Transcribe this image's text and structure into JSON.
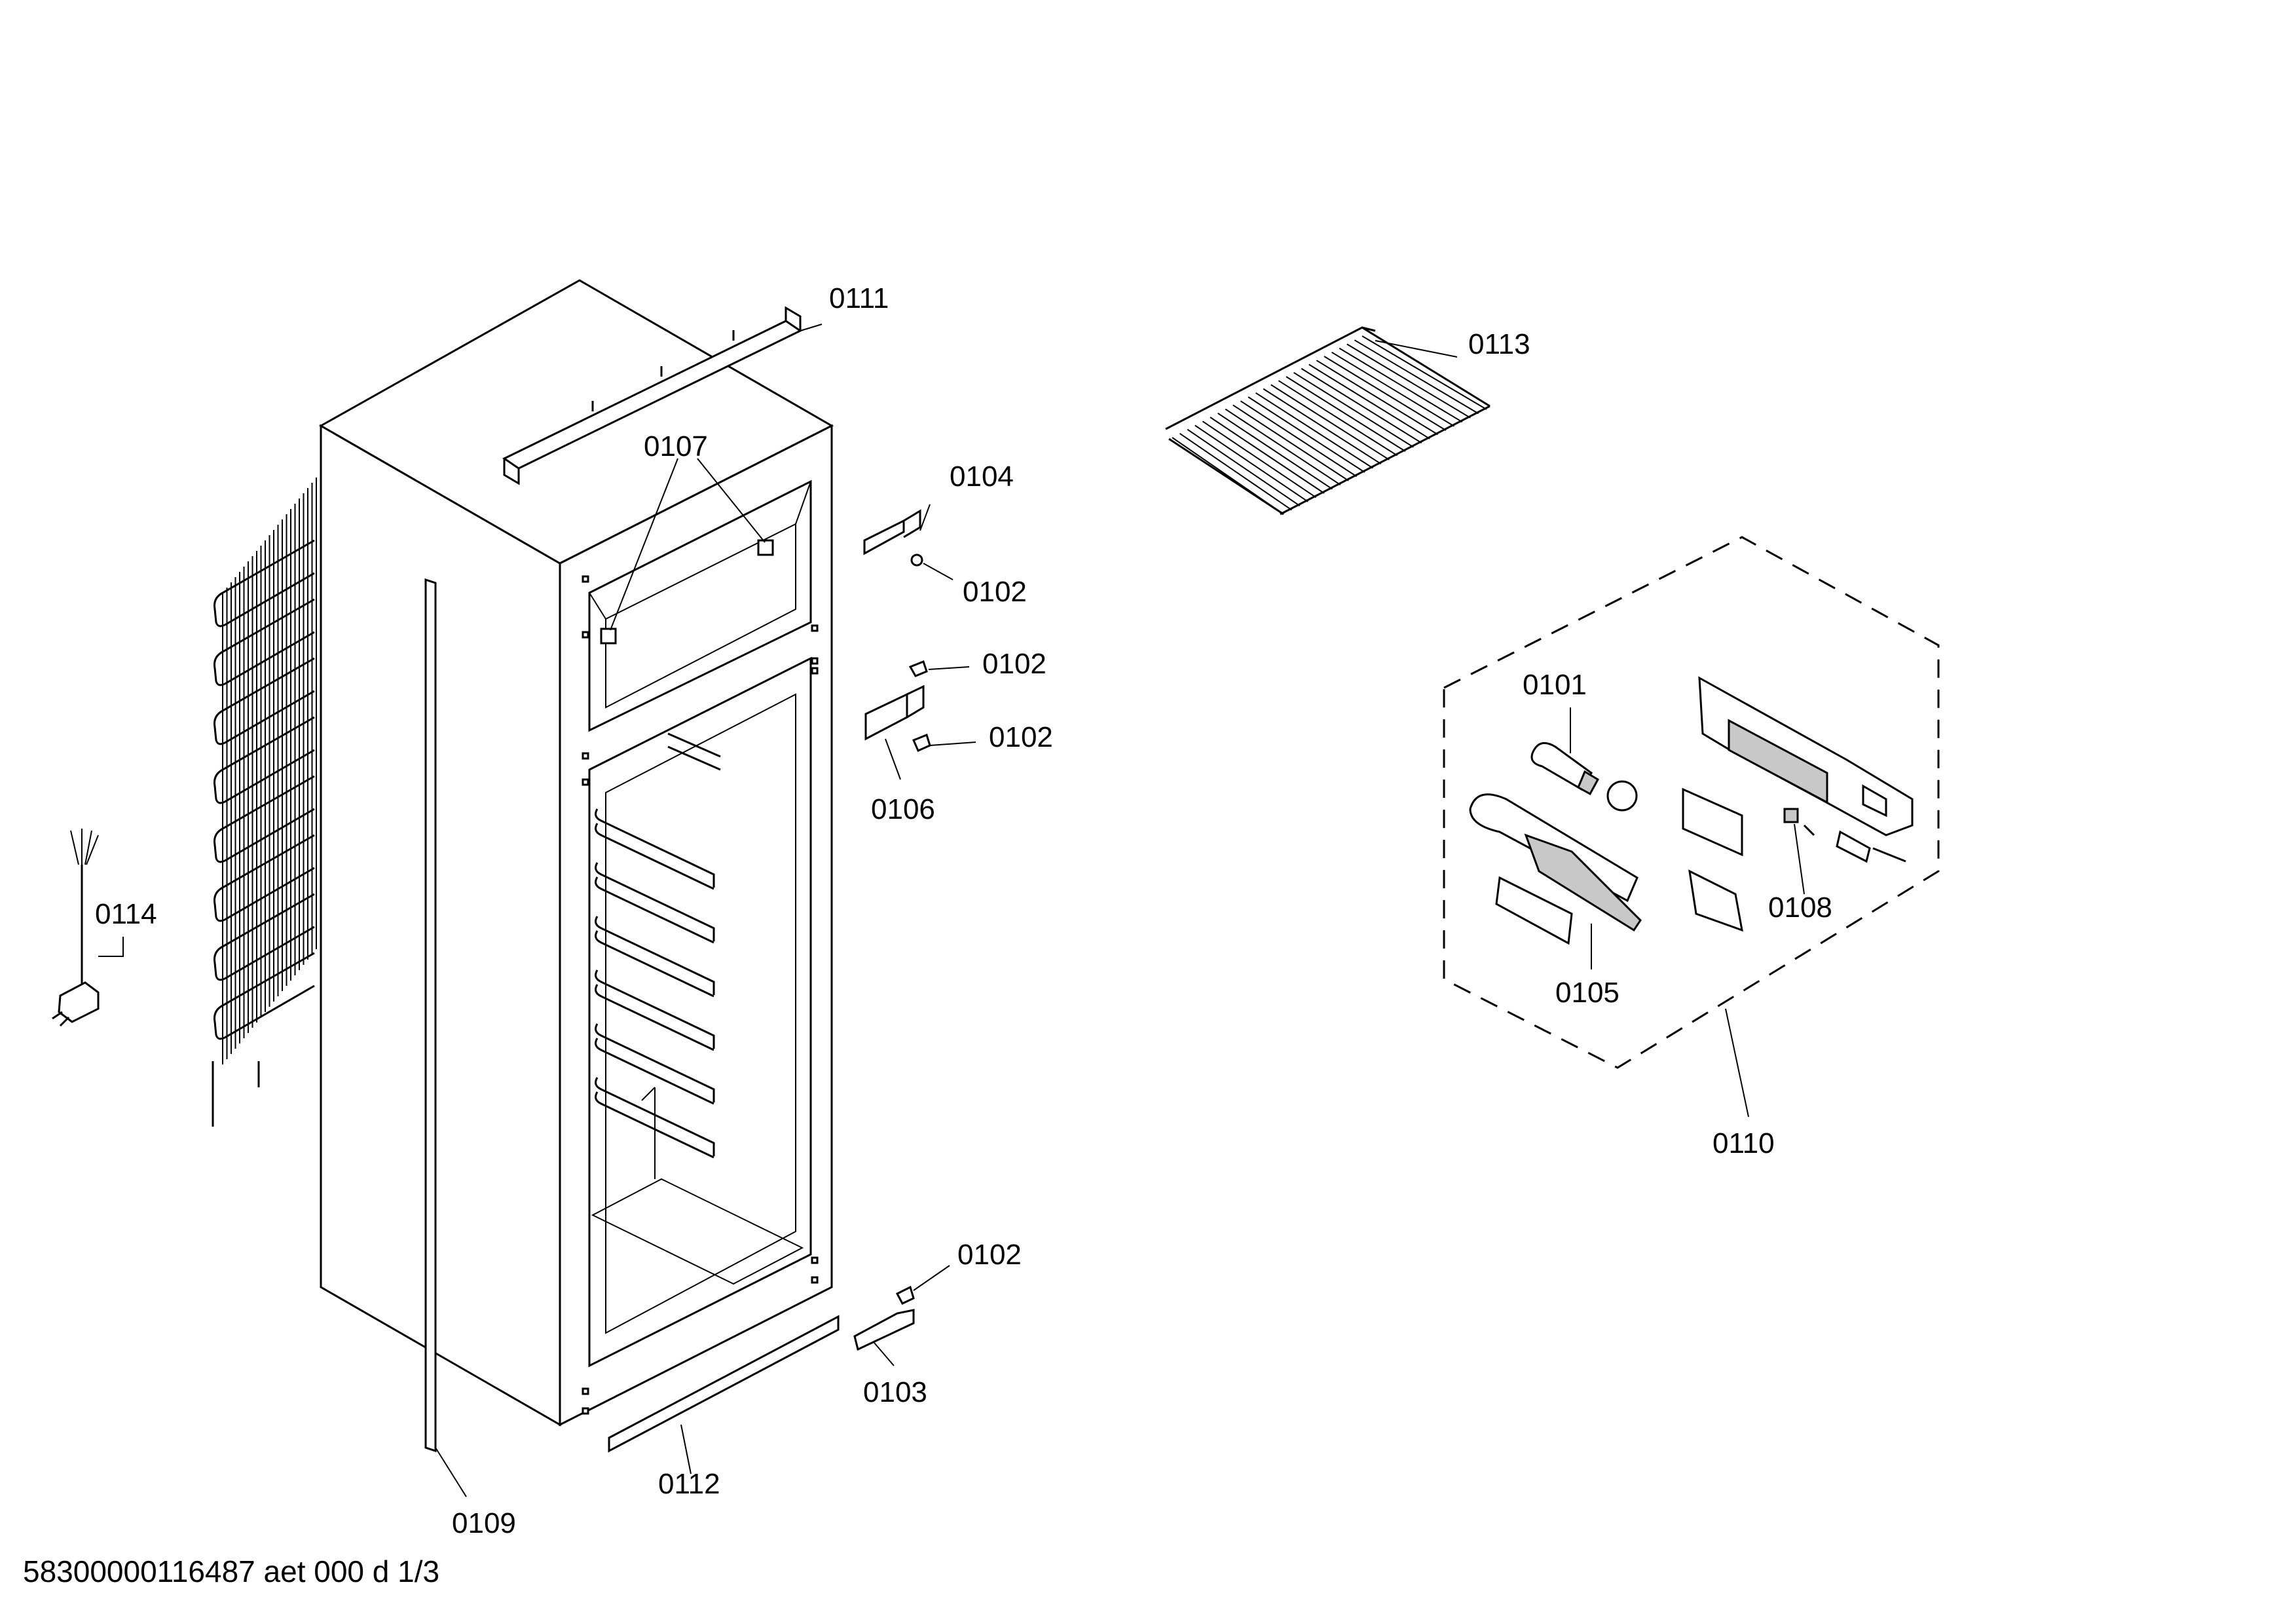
{
  "callouts": {
    "c0101": "0101",
    "c0102a": "0102",
    "c0102b": "0102",
    "c0102c": "0102",
    "c0102d": "0102",
    "c0103": "0103",
    "c0104": "0104",
    "c0105": "0105",
    "c0106": "0106",
    "c0107": "0107",
    "c0108": "0108",
    "c0109": "0109",
    "c0110": "0110",
    "c0111": "0111",
    "c0112": "0112",
    "c0113": "0113",
    "c0114": "0114"
  },
  "footer": "58300000116487 aet 000 d 1/3"
}
